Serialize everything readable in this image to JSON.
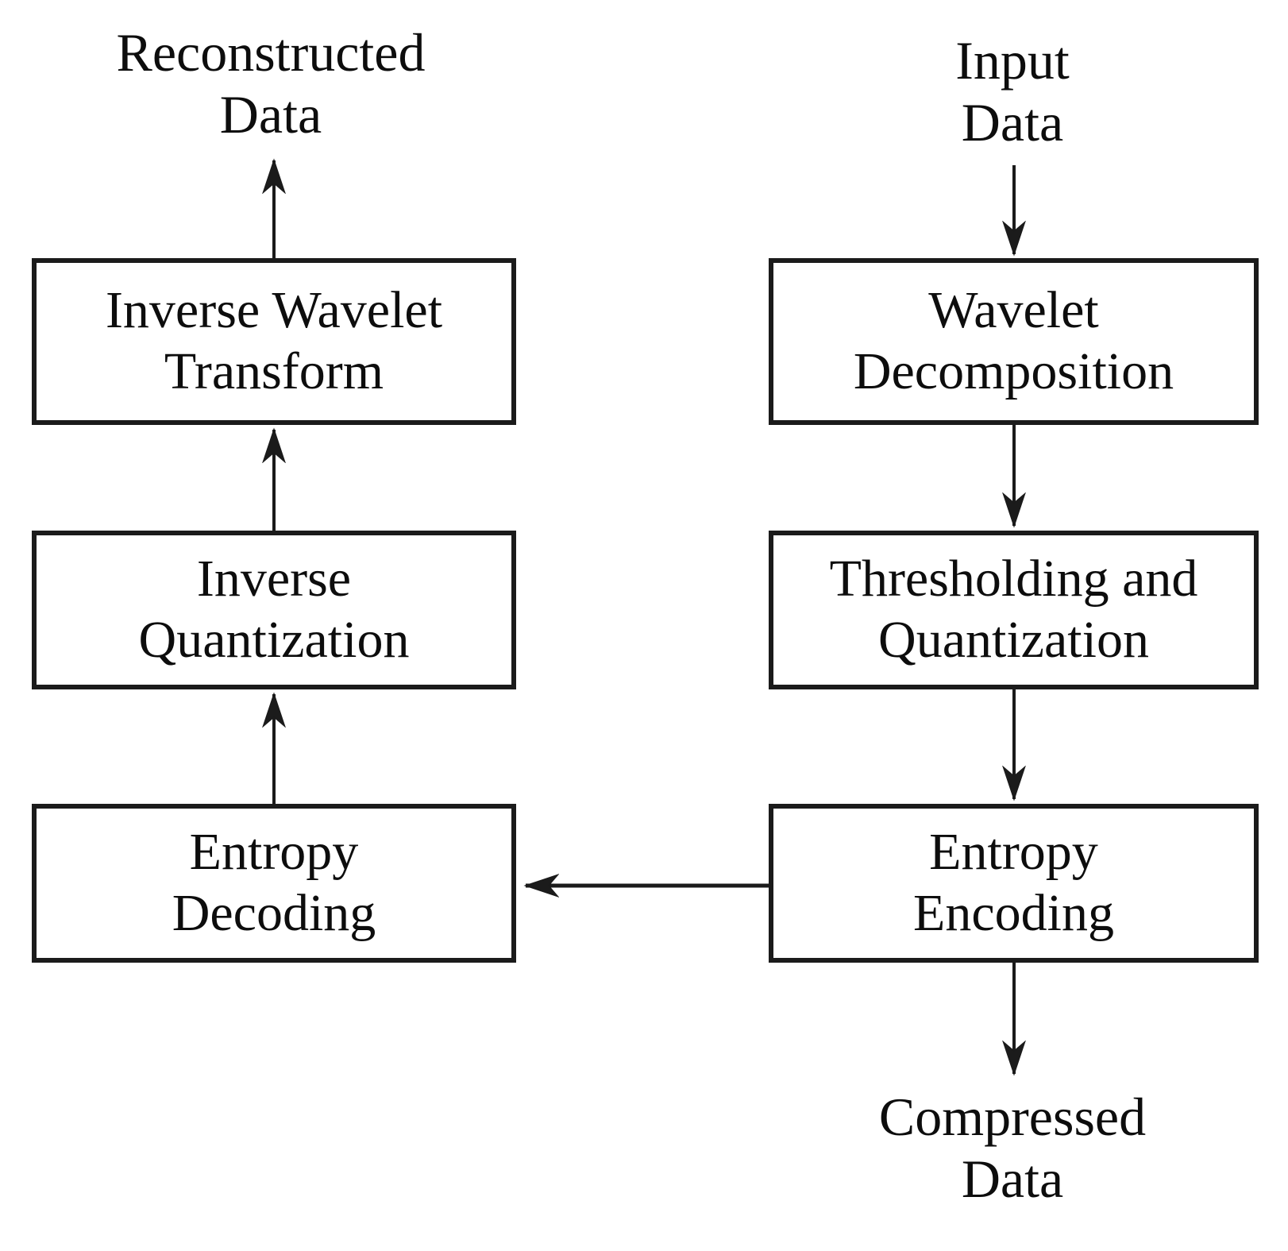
{
  "diagram": {
    "background_color": "#ffffff",
    "line_color": "#1b1b1b",
    "nodes": {
      "reconstructed_label": {
        "text": "Reconstructed\nData",
        "kind": "terminal-label"
      },
      "inverse_wavelet_transform": {
        "text": "Inverse Wavelet\nTransform",
        "kind": "process-box"
      },
      "inverse_quantization": {
        "text": "Inverse\nQuantization",
        "kind": "process-box"
      },
      "entropy_decoding": {
        "text": "Entropy\nDecoding",
        "kind": "process-box"
      },
      "input_label": {
        "text": "Input\nData",
        "kind": "terminal-label"
      },
      "wavelet_decomposition": {
        "text": "Wavelet\nDecomposition",
        "kind": "process-box"
      },
      "thresholding_quantization": {
        "text": "Thresholding and\nQuantization",
        "kind": "process-box"
      },
      "entropy_encoding": {
        "text": "Entropy\nEncoding",
        "kind": "process-box"
      },
      "compressed_label": {
        "text": "Compressed\nData",
        "kind": "terminal-label"
      }
    },
    "edges": [
      {
        "from": "input_label",
        "to": "wavelet_decomposition",
        "direction": "down"
      },
      {
        "from": "wavelet_decomposition",
        "to": "thresholding_quantization",
        "direction": "down"
      },
      {
        "from": "thresholding_quantization",
        "to": "entropy_encoding",
        "direction": "down"
      },
      {
        "from": "entropy_encoding",
        "to": "compressed_label",
        "direction": "down"
      },
      {
        "from": "entropy_encoding",
        "to": "entropy_decoding",
        "direction": "left"
      },
      {
        "from": "entropy_decoding",
        "to": "inverse_quantization",
        "direction": "up"
      },
      {
        "from": "inverse_quantization",
        "to": "inverse_wavelet_transform",
        "direction": "up"
      },
      {
        "from": "inverse_wavelet_transform",
        "to": "reconstructed_label",
        "direction": "up"
      }
    ]
  }
}
